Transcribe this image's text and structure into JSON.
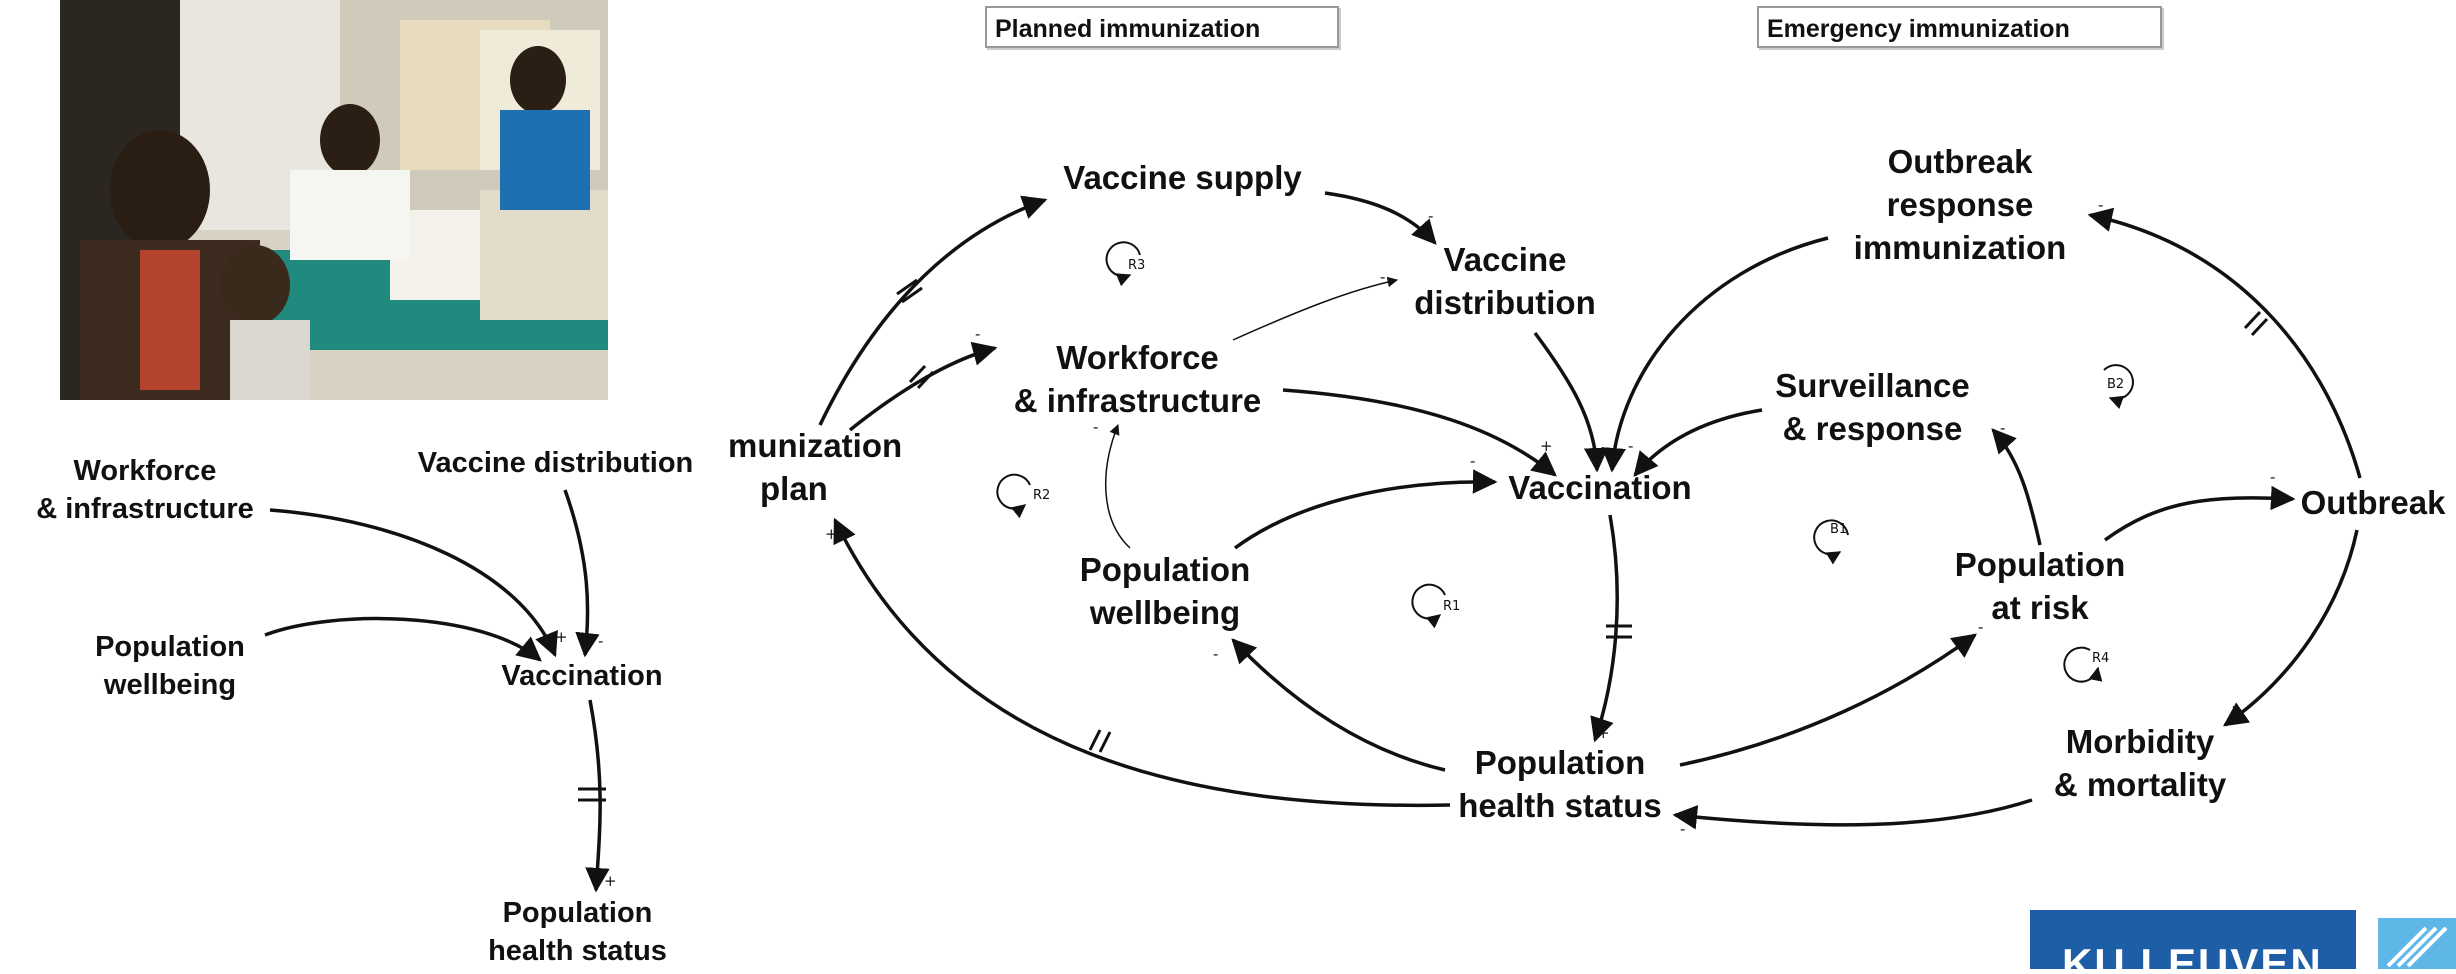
{
  "sections": {
    "planned": "Planned immunization",
    "emergency": "Emergency immunization"
  },
  "small_diagram": {
    "workforce": [
      "Workforce",
      "& infrastructure"
    ],
    "vaccine_distribution": "Vaccine distribution",
    "population_wellbeing": [
      "Population",
      "wellbeing"
    ],
    "vaccination": "Vaccination",
    "population_health": [
      "Population",
      "health status"
    ]
  },
  "large_diagram": {
    "immunization_plan": [
      "munization",
      "plan"
    ],
    "vaccine_supply": "Vaccine supply",
    "vaccine_distribution": [
      "Vaccine",
      "distribution"
    ],
    "workforce": [
      "Workforce",
      "& infrastructure"
    ],
    "population_wellbeing": [
      "Population",
      "wellbeing"
    ],
    "vaccination": "Vaccination",
    "population_health": [
      "Population",
      "health status"
    ],
    "outbreak_response": [
      "Outbreak",
      "response",
      "immunization"
    ],
    "surveillance": [
      "Surveillance",
      "& response"
    ],
    "population_at_risk": [
      "Population",
      "at risk"
    ],
    "outbreak": "Outbreak",
    "morbidity": [
      "Morbidity",
      "& mortality"
    ]
  },
  "loops": {
    "r1": "R1",
    "r2": "R2",
    "r3": "R3",
    "r4": "R4",
    "b1": "B1",
    "b2": "B2"
  },
  "signs": {
    "plus": "+",
    "minus": "-"
  },
  "logo": {
    "text": "KU LEUVEN"
  },
  "colors": {
    "logo_blue": "#1d5ea6",
    "logo_light": "#5fb7e8"
  }
}
